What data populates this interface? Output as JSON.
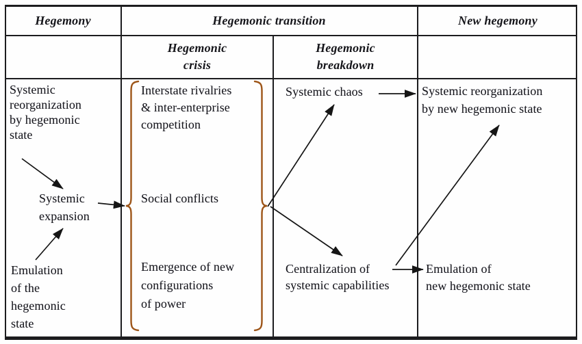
{
  "diagram": {
    "title_row": {
      "hegemony": "Hegemony",
      "hegemonic_transition": "Hegemonic transition",
      "new_hegemony": "New hegemony"
    },
    "phase_row": {
      "hegemonic_crisis": "Hegemonic\ncrisis",
      "hegemonic_breakdown": "Hegemonic\nbreakdown"
    },
    "nodes": {
      "systemic_reorganization_hegemonic": "Systemic\nreorganization\nby hegemonic\nstate",
      "systemic_expansion": "Systemic\nexpansion",
      "emulation_hegemonic": "Emulation\nof the\nhegemonic\nstate",
      "interstate_rivalries": "Interstate rivalries\n& inter-enterprise\ncompetition",
      "social_conflicts": "Social conflicts",
      "emergence_configurations": "Emergence of new\nconfigurations\nof power",
      "systemic_chaos": "Systemic chaos",
      "centralization_capabilities": "Centralization of\nsystemic capabilities",
      "systemic_reorganization_new": "Systemic reorganization\nby new hegemonic state",
      "emulation_new": "Emulation of\nnew hegemonic state"
    },
    "arrows": [
      {
        "from": "systemic-reorganization-by-hegemonic-state",
        "to": "systemic-expansion"
      },
      {
        "from": "emulation-of-the-hegemonic-state",
        "to": "systemic-expansion"
      },
      {
        "from": "systemic-expansion",
        "to": "crisis-brace"
      },
      {
        "from": "crisis-brace",
        "to": "systemic-chaos"
      },
      {
        "from": "crisis-brace",
        "to": "centralization-of-systemic-capabilities"
      },
      {
        "from": "systemic-chaos",
        "to": "systemic-reorganization-by-new-hegemonic-state"
      },
      {
        "from": "centralization-of-systemic-capabilities",
        "to": "systemic-reorganization-by-new-hegemonic-state"
      },
      {
        "from": "centralization-of-systemic-capabilities",
        "to": "emulation-of-new-hegemonic-state"
      }
    ],
    "colors": {
      "brace": "#9d5518",
      "line": "#1c1c1e",
      "arrow": "#151515",
      "text": "#15151a"
    }
  }
}
